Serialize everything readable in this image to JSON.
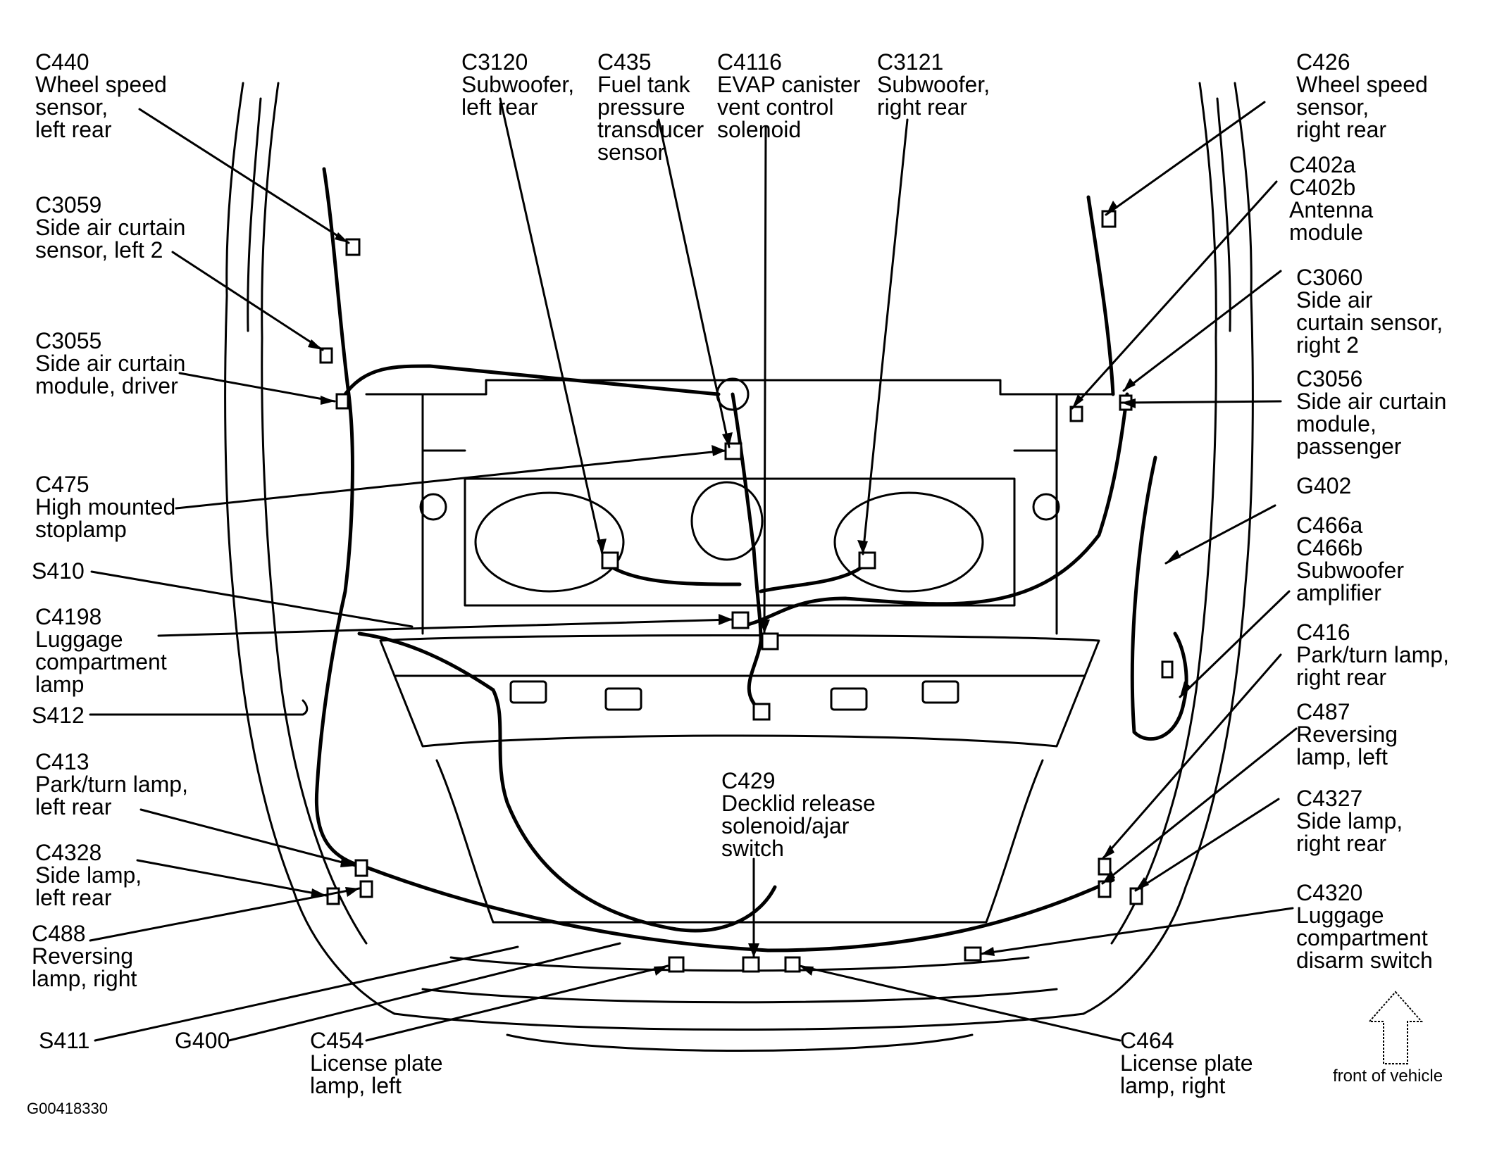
{
  "figure_id": "G00418330",
  "front_marker": {
    "text": "front of vehicle",
    "icon": "up-arrow-icon"
  },
  "colors": {
    "ink": "#000000",
    "paper": "#ffffff"
  },
  "callouts": [
    {
      "id": "c440",
      "lines": [
        "C440",
        "Wheel speed",
        "sensor,",
        "left rear"
      ]
    },
    {
      "id": "c3059",
      "lines": [
        "C3059",
        "Side air curtain",
        "sensor, left 2"
      ]
    },
    {
      "id": "c3055",
      "lines": [
        "C3055",
        "Side air curtain",
        "module, driver"
      ]
    },
    {
      "id": "c475",
      "lines": [
        "C475",
        "High mounted",
        "stoplamp"
      ]
    },
    {
      "id": "s410",
      "lines": [
        "S410"
      ]
    },
    {
      "id": "c4198",
      "lines": [
        "C4198",
        "Luggage",
        "compartment",
        "lamp"
      ]
    },
    {
      "id": "s412",
      "lines": [
        "S412"
      ]
    },
    {
      "id": "c413",
      "lines": [
        "C413",
        "Park/turn lamp,",
        "left rear"
      ]
    },
    {
      "id": "c4328",
      "lines": [
        "C4328",
        "Side lamp,",
        "left rear"
      ]
    },
    {
      "id": "c488",
      "lines": [
        "C488",
        "Reversing",
        "lamp, right"
      ]
    },
    {
      "id": "s411",
      "lines": [
        "S411"
      ]
    },
    {
      "id": "g400",
      "lines": [
        "G400"
      ]
    },
    {
      "id": "c454",
      "lines": [
        "C454",
        "License plate",
        "lamp, left"
      ]
    },
    {
      "id": "c3120",
      "lines": [
        "C3120",
        "Subwoofer,",
        "left rear"
      ]
    },
    {
      "id": "c435",
      "lines": [
        "C435",
        "Fuel tank",
        "pressure",
        "transducer",
        "sensor"
      ]
    },
    {
      "id": "c4116",
      "lines": [
        "C4116",
        "EVAP canister",
        "vent control",
        "solenoid"
      ]
    },
    {
      "id": "c3121",
      "lines": [
        "C3121",
        "Subwoofer,",
        "right rear"
      ]
    },
    {
      "id": "c429",
      "lines": [
        "C429",
        "Decklid release",
        "solenoid/ajar",
        "switch"
      ]
    },
    {
      "id": "c464",
      "lines": [
        "C464",
        "License plate",
        "lamp, right"
      ]
    },
    {
      "id": "c426",
      "lines": [
        "C426",
        "Wheel speed",
        "sensor,",
        "right rear"
      ]
    },
    {
      "id": "c402",
      "lines": [
        "C402a",
        "C402b",
        "Antenna",
        "module"
      ]
    },
    {
      "id": "c3060",
      "lines": [
        "C3060",
        "Side air",
        "curtain sensor,",
        "right 2"
      ]
    },
    {
      "id": "c3056",
      "lines": [
        "C3056",
        "Side air curtain",
        "module,",
        "passenger"
      ]
    },
    {
      "id": "g402",
      "lines": [
        "G402"
      ]
    },
    {
      "id": "c466",
      "lines": [
        "C466a",
        "C466b",
        "Subwoofer",
        "amplifier"
      ]
    },
    {
      "id": "c416",
      "lines": [
        "C416",
        "Park/turn lamp,",
        "right rear"
      ]
    },
    {
      "id": "c487",
      "lines": [
        "C487",
        "Reversing",
        "lamp, left"
      ]
    },
    {
      "id": "c4327",
      "lines": [
        "C4327",
        "Side lamp,",
        "right rear"
      ]
    },
    {
      "id": "c4320",
      "lines": [
        "C4320",
        "Luggage",
        "compartment",
        "disarm switch"
      ]
    }
  ]
}
